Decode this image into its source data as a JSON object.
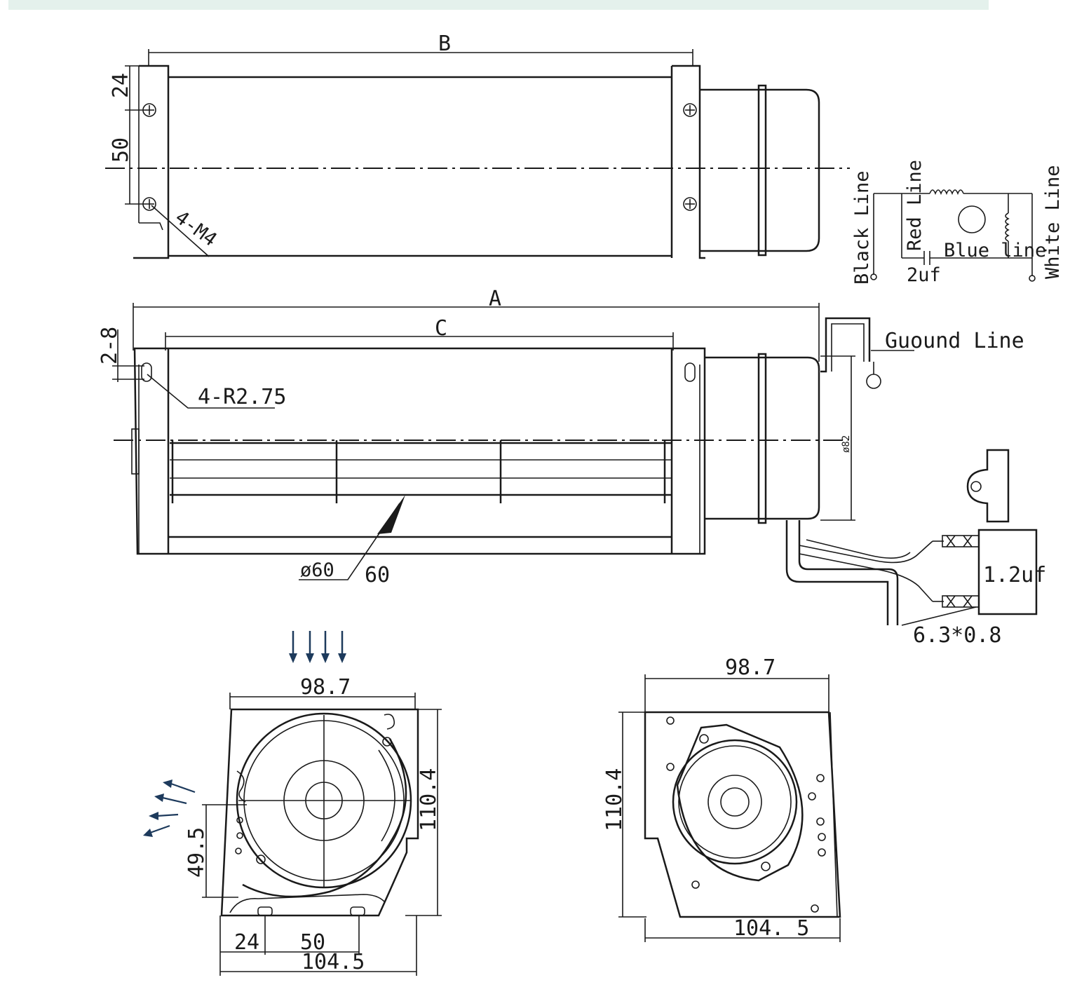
{
  "top_view": {
    "dim_B": "B",
    "dim_24": "24",
    "dim_50": "50",
    "holes_note": "4-M4"
  },
  "wiring_diagram": {
    "black_line": "Black Line",
    "red_line": "Red Line",
    "blue_line": "Blue line",
    "white_line": "White Line",
    "capacitor_value": "2uf"
  },
  "front_view": {
    "dim_A": "A",
    "dim_C": "C",
    "dim_2_8": "2-8",
    "radius_note": "4-R2.75",
    "motor_diameter": "ø82",
    "impeller_diameter": "ø60",
    "impeller_size": "60",
    "ground_line": "Guound Line"
  },
  "capacitor_detail": {
    "value": "1.2uf",
    "terminal_size": "6.3*0.8"
  },
  "left_end_view": {
    "width_top": "98.7",
    "height": "110.4",
    "outlet_height": "49.5",
    "dim_24": "24",
    "dim_50": "50",
    "width_bottom": "104.5"
  },
  "right_end_view": {
    "width_top": "98.7",
    "height": "110.4",
    "width_bottom": "104. 5"
  },
  "colors": {
    "line": "#1a1a1a",
    "arrow": "#1d3a5c",
    "header_band": "#e4f1ec"
  }
}
